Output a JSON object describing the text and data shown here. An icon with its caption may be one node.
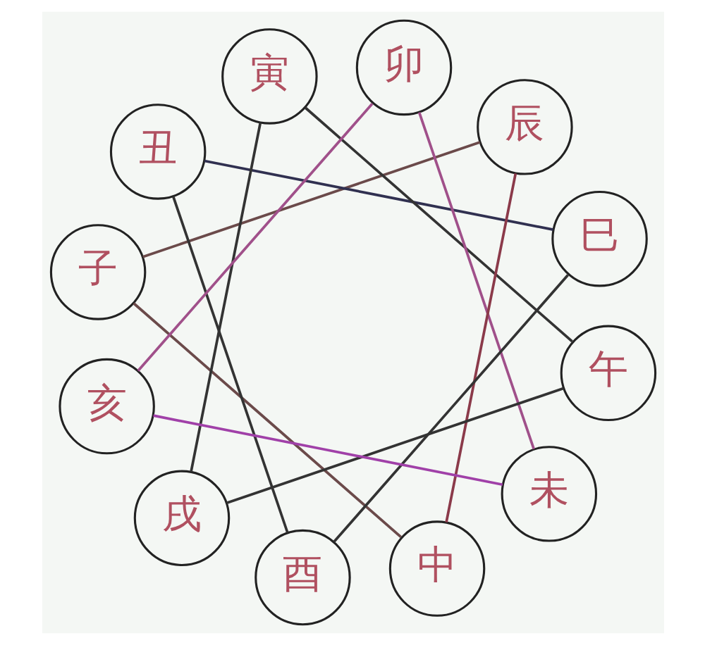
{
  "diagram": {
    "nodes": [
      {
        "text": [
          "子"
        ]
      },
      {
        "text": [
          "丑"
        ]
      },
      {
        "text": [
          "寅"
        ]
      },
      {
        "text": [
          "卯"
        ]
      },
      {
        "text": [
          "辰"
        ]
      },
      {
        "text": [
          "巳"
        ]
      },
      {
        "text": [
          "午"
        ]
      },
      {
        "text": [
          "未"
        ]
      },
      {
        "text": [
          "中"
        ]
      },
      {
        "text": [
          "酉"
        ]
      },
      {
        "text": [
          "戌"
        ]
      },
      {
        "text": [
          "亥"
        ]
      }
    ],
    "edges": [
      {
        "from": 0,
        "to": 4,
        "arrow": "none",
        "color": "#6b4a4a"
      },
      {
        "from": 0,
        "to": 8,
        "arrow": "none",
        "color": "#6b4a4a"
      },
      {
        "from": 8,
        "to": 4,
        "arrow": "none",
        "color": "#8b3a4a"
      },
      {
        "from": 11,
        "to": 3,
        "arrow": "none",
        "color": "#a0508a"
      },
      {
        "from": 3,
        "to": 7,
        "arrow": "none",
        "color": "#a0508a"
      },
      {
        "from": 11,
        "to": 7,
        "arrow": "none",
        "color": "#a040a8"
      },
      {
        "from": 10,
        "to": 2,
        "arrow": "none"
      },
      {
        "from": 10,
        "to": 6,
        "arrow": "none"
      },
      {
        "from": 2,
        "to": 6,
        "arrow": "none"
      },
      {
        "from": 1,
        "to": 5,
        "arrow": "none",
        "color": "#303050"
      },
      {
        "from": 9,
        "to": 1,
        "arrow": "none"
      },
      {
        "from": 9,
        "to": 5,
        "arrow": "none"
      }
    ]
  }
}
